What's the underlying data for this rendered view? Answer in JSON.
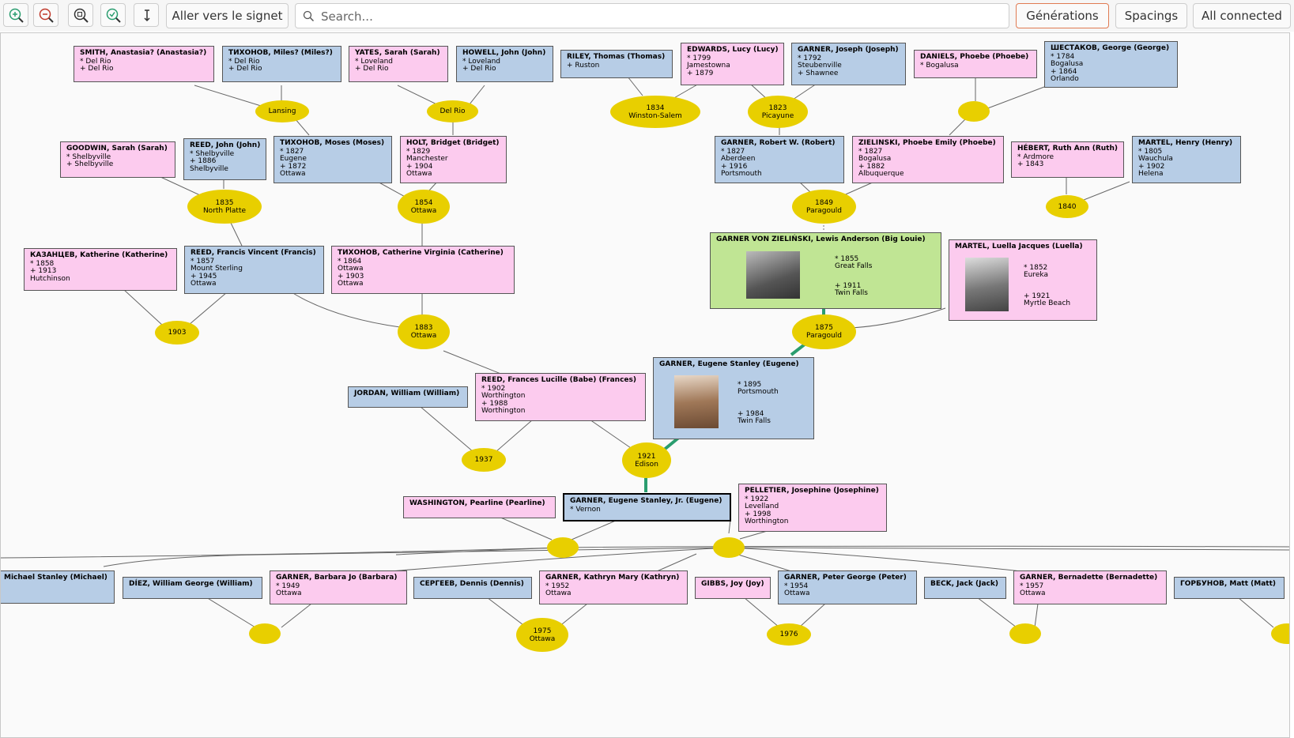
{
  "toolbar": {
    "icons": [
      "zoom-in-icon",
      "zoom-out-icon",
      "zoom-reset-icon",
      "zoom-fit-icon",
      "home-person-icon"
    ],
    "bookmark_label": "Aller vers le signet",
    "search_placeholder": "Search...",
    "generations_label": "Générations",
    "spacings_label": "Spacings",
    "all_connected_label": "All connected"
  },
  "colors": {
    "male": "#b7cde6",
    "female": "#fccbee",
    "highlight": "#c0e594",
    "family": "#e8cf00",
    "active_line": "#2a9d6f"
  },
  "people": {
    "p1": {
      "name": "SMITH, Anastasia? (Anastasia?)",
      "lines": [
        "* Del Rio",
        "+ Del Rio"
      ]
    },
    "p2": {
      "name": "ТИХОНОВ, Miles? (Miles?)",
      "lines": [
        "* Del Rio",
        "+ Del Rio"
      ]
    },
    "p3": {
      "name": "YATES, Sarah (Sarah)",
      "lines": [
        "* Loveland",
        "+ Del Rio"
      ]
    },
    "p4": {
      "name": "HOWELL, John (John)",
      "lines": [
        "* Loveland",
        "+ Del Rio"
      ]
    },
    "p5": {
      "name": "RILEY, Thomas (Thomas)",
      "lines": [
        "+ Ruston"
      ]
    },
    "p6": {
      "name": "EDWARDS, Lucy (Lucy)",
      "lines": [
        "* 1799",
        "Jamestowna",
        "+ 1879"
      ]
    },
    "p7": {
      "name": "GARNER, Joseph (Joseph)",
      "lines": [
        "* 1792",
        "Steubenville",
        "+ Shawnee"
      ]
    },
    "p8": {
      "name": "DANIELS, Phoebe (Phoebe)",
      "lines": [
        "* Bogalusa"
      ]
    },
    "p9": {
      "name": "ШЕСТАКОВ, George (George)",
      "lines": [
        "* 1784",
        "Bogalusa",
        "+ 1864",
        "Orlando"
      ]
    },
    "p10": {
      "name": "GOODWIN, Sarah (Sarah)",
      "lines": [
        "* Shelbyville",
        "+ Shelbyville"
      ]
    },
    "p11": {
      "name": "REED, John (John)",
      "lines": [
        "* Shelbyville",
        "+ 1886",
        "Shelbyville"
      ]
    },
    "p12": {
      "name": "ТИХОНОВ, Moses (Moses)",
      "lines": [
        "* 1827",
        "Eugene",
        "+ 1872",
        "Ottawa"
      ]
    },
    "p13": {
      "name": "HOLT, Bridget (Bridget)",
      "lines": [
        "* 1829",
        "Manchester",
        "+ 1904",
        "Ottawa"
      ]
    },
    "p14": {
      "name": "GARNER, Robert W. (Robert)",
      "lines": [
        "* 1827",
        "Aberdeen",
        "+ 1916",
        "Portsmouth"
      ]
    },
    "p15": {
      "name": "ZIELINSKI, Phoebe Emily (Phoebe)",
      "lines": [
        "* 1827",
        "Bogalusa",
        "+ 1882",
        "Albuquerque"
      ]
    },
    "p16": {
      "name": "HÉBERT, Ruth Ann (Ruth)",
      "lines": [
        "* Ardmore",
        "+ 1843"
      ]
    },
    "p17": {
      "name": "MARTEL, Henry (Henry)",
      "lines": [
        "* 1805",
        "Wauchula",
        "+ 1902",
        "Helena"
      ]
    },
    "p18": {
      "name": "КАЗАНЦЕВ, Katherine (Katherine)",
      "lines": [
        "* 1858",
        "+ 1913",
        "Hutchinson"
      ]
    },
    "p19": {
      "name": "REED, Francis Vincent (Francis)",
      "lines": [
        "* 1857",
        "Mount Sterling",
        "+ 1945",
        "Ottawa"
      ]
    },
    "p20": {
      "name": "ТИХОНОВ, Catherine Virginia (Catherine)",
      "lines": [
        "* 1864",
        "Ottawa",
        "+ 1903",
        "Ottawa"
      ]
    },
    "p21": {
      "name": "GARNER VON ZIELIŃSKI, Lewis Anderson (Big Louie)",
      "lines": [
        "* 1855",
        "Great Falls",
        "+ 1911",
        "Twin Falls"
      ]
    },
    "p22": {
      "name": "MARTEL, Luella Jacques (Luella)",
      "lines": [
        "* 1852",
        "Eureka",
        "+ 1921",
        "Myrtle Beach"
      ]
    },
    "p23": {
      "name": "JORDAN, William (William)",
      "lines": []
    },
    "p24": {
      "name": "REED, Frances Lucille (Babe) (Frances)",
      "lines": [
        "* 1902",
        "Worthington",
        "+ 1988",
        "Worthington"
      ]
    },
    "p25": {
      "name": "GARNER, Eugene Stanley (Eugene)",
      "lines": [
        "* 1895",
        "Portsmouth",
        "+ 1984",
        "Twin Falls"
      ]
    },
    "p26": {
      "name": "WASHINGTON, Pearline (Pearline)",
      "lines": []
    },
    "p27": {
      "name": "GARNER, Eugene Stanley, Jr. (Eugene)",
      "lines": [
        "* Vernon"
      ]
    },
    "p28": {
      "name": "PELLETIER, Josephine (Josephine)",
      "lines": [
        "* 1922",
        "Levelland",
        "+ 1998",
        "Worthington"
      ]
    },
    "p29": {
      "name": "Michael Stanley (Michael)",
      "lines": []
    },
    "p30": {
      "name": "DÍEZ, William George (William)",
      "lines": []
    },
    "p31": {
      "name": "GARNER, Barbara Jo (Barbara)",
      "lines": [
        "* 1949",
        "Ottawa"
      ]
    },
    "p32": {
      "name": "СЕРГЕЕВ, Dennis (Dennis)",
      "lines": []
    },
    "p33": {
      "name": "GARNER, Kathryn Mary (Kathryn)",
      "lines": [
        "* 1952",
        "Ottawa"
      ]
    },
    "p34": {
      "name": "GIBBS, Joy (Joy)",
      "lines": []
    },
    "p35": {
      "name": "GARNER, Peter George (Peter)",
      "lines": [
        "* 1954",
        "Ottawa"
      ]
    },
    "p36": {
      "name": "BECK, Jack (Jack)",
      "lines": []
    },
    "p37": {
      "name": "GARNER, Bernadette (Bernadette)",
      "lines": [
        "* 1957",
        "Ottawa"
      ]
    },
    "p38": {
      "name": "ГОРБУНОВ, Matt (Matt)",
      "lines": []
    }
  },
  "families": {
    "f1": {
      "year": "",
      "place": "Lansing"
    },
    "f2": {
      "year": "",
      "place": "Del Rio"
    },
    "f3": {
      "year": "1834",
      "place": "Winston-Salem"
    },
    "f4": {
      "year": "1823",
      "place": "Picayune"
    },
    "f5": {
      "year": "",
      "place": ""
    },
    "f6": {
      "year": "1835",
      "place": "North Platte"
    },
    "f7": {
      "year": "1854",
      "place": "Ottawa"
    },
    "f8": {
      "year": "1849",
      "place": "Paragould"
    },
    "f9": {
      "year": "1840",
      "place": ""
    },
    "f10": {
      "year": "1903",
      "place": ""
    },
    "f11": {
      "year": "1883",
      "place": "Ottawa"
    },
    "f12": {
      "year": "1875",
      "place": "Paragould"
    },
    "f13": {
      "year": "1937",
      "place": ""
    },
    "f14": {
      "year": "1921",
      "place": "Edison"
    },
    "f15": {
      "year": "",
      "place": ""
    },
    "f16": {
      "year": "",
      "place": ""
    },
    "f17": {
      "year": "",
      "place": ""
    },
    "f18": {
      "year": "1975",
      "place": "Ottawa"
    },
    "f19": {
      "year": "1976",
      "place": ""
    },
    "f20": {
      "year": "",
      "place": ""
    },
    "f21": {
      "year": "",
      "place": ""
    }
  }
}
